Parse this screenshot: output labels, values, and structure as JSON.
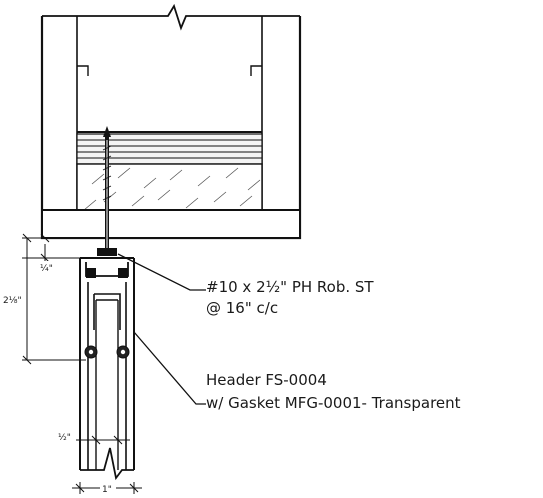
{
  "callouts": {
    "screw": {
      "line1": "#10 x 2½\" PH Rob. ST",
      "line2": "@ 16\" c/c"
    },
    "header": {
      "line1": "Header FS-0004",
      "line2": "w/ Gasket MFG-0001- Transparent"
    }
  },
  "dimensions": {
    "top_gap": "¼\"",
    "header_depth": "2⅛\"",
    "gasket_offset": "½\"",
    "frame_width": "1\""
  },
  "colors": {
    "line": "#111111",
    "hatch": "#555555"
  }
}
